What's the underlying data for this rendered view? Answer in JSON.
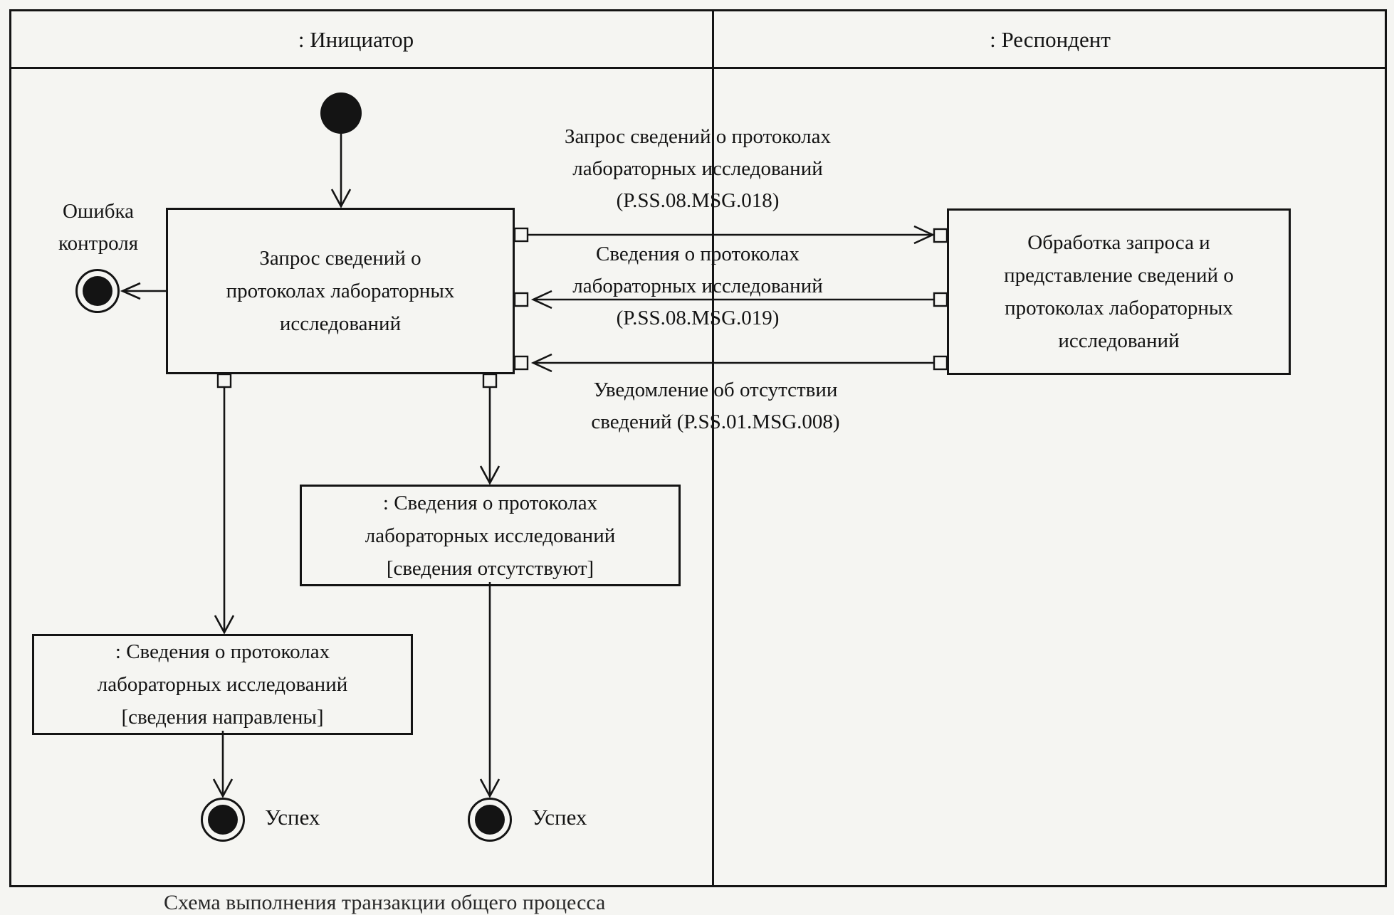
{
  "lanes": [
    {
      "title": ": Инициатор"
    },
    {
      "title": ": Респондент"
    }
  ],
  "nodes": {
    "initiator_action": {
      "lines": [
        "Запрос сведений о",
        "протоколах лабораторных",
        "исследований"
      ]
    },
    "respondent_action": {
      "lines": [
        "Обработка запроса и",
        "представление сведений о",
        "протоколах лабораторных",
        "исследований"
      ]
    },
    "object_absent": {
      "lines": [
        ": Сведения о протоколах",
        "лабораторных исследований",
        "[сведения отсутствуют]"
      ]
    },
    "object_sent": {
      "lines": [
        ": Сведения о протоколах",
        "лабораторных исследований",
        "[сведения направлены]"
      ]
    }
  },
  "messages": {
    "request": {
      "lines": [
        "Запрос сведений о протоколах",
        "лабораторных исследований",
        "(P.SS.08.MSG.018)"
      ]
    },
    "response": {
      "lines": [
        "Сведения о протоколах",
        "лабораторных исследований",
        "(P.SS.08.MSG.019)"
      ]
    },
    "no_data": {
      "lines": [
        "Уведомление об отсутствии",
        "сведений (P.SS.01.MSG.008)"
      ]
    }
  },
  "terminals": {
    "error": {
      "lines": [
        "Ошибка",
        "контроля"
      ]
    },
    "success_left": "Успех",
    "success_middle": "Успех"
  },
  "caption_fragment": "Схема выполнения транзакции общего процесса",
  "colors": {
    "background": "#f5f5f2",
    "line": "#141414",
    "node_fill": "#141414"
  }
}
